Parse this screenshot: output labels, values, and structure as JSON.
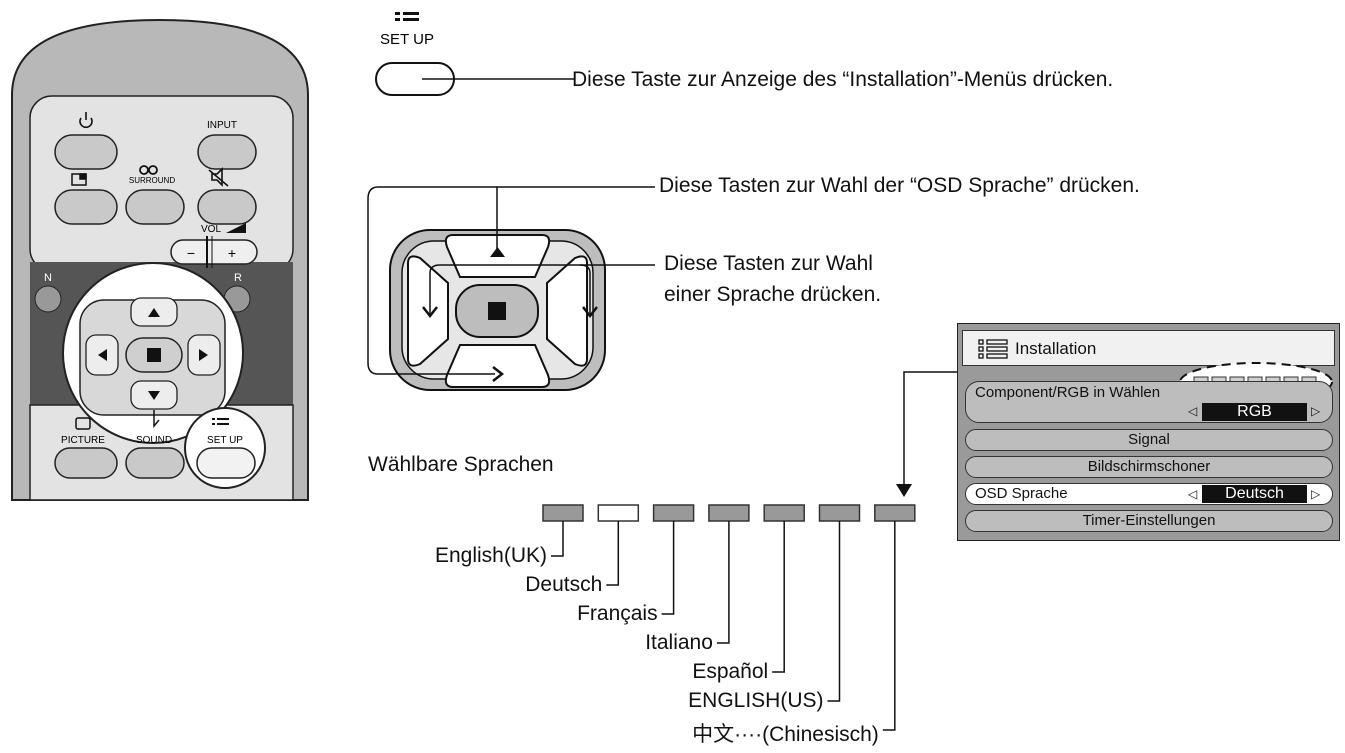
{
  "remote": {
    "labels": {
      "input": "INPUT",
      "surround": "SURROUND",
      "vol": "VOL",
      "vol_minus": "−",
      "vol_plus": "+",
      "n": "N",
      "r": "R",
      "picture": "PICTURE",
      "sound": "SOUND",
      "setup": "SET UP"
    },
    "icons": [
      "power-icon",
      "input-icon",
      "surround-icon",
      "mute-icon",
      "aspect-icon",
      "volume-icon",
      "arrow-up-icon",
      "arrow-down-icon",
      "arrow-left-icon",
      "arrow-right-icon",
      "action-icon",
      "menu-icon"
    ]
  },
  "setup_button": {
    "label": "SET UP"
  },
  "descriptions": {
    "setup": "Diese Taste zur Anzeige des “Installation”-Menüs drücken.",
    "updown": "Diese Tasten zur Wahl der “OSD Sprache” drücken.",
    "leftright_line1": "Diese Tasten zur Wahl",
    "leftright_line2": "einer Sprache drücken."
  },
  "languages": {
    "heading": "Wählbare Sprachen",
    "items": [
      "English(UK)",
      "Deutsch",
      "Français",
      "Italiano",
      "Español",
      "ENGLISH(US)",
      "中文····(Chinesisch)"
    ],
    "selected_index": 1
  },
  "osd_menu": {
    "title": "Installation",
    "items": [
      {
        "label": "Component/RGB in Wählen",
        "value": "RGB"
      },
      {
        "label": "Signal"
      },
      {
        "label": "Bildschirmschoner"
      },
      {
        "label": "OSD Sprache",
        "value": "Deutsch"
      },
      {
        "label": "Timer-Einstellungen"
      }
    ]
  },
  "colors": {
    "gray": "#999999",
    "dark": "#333333",
    "panel": "#e6e6e6"
  }
}
